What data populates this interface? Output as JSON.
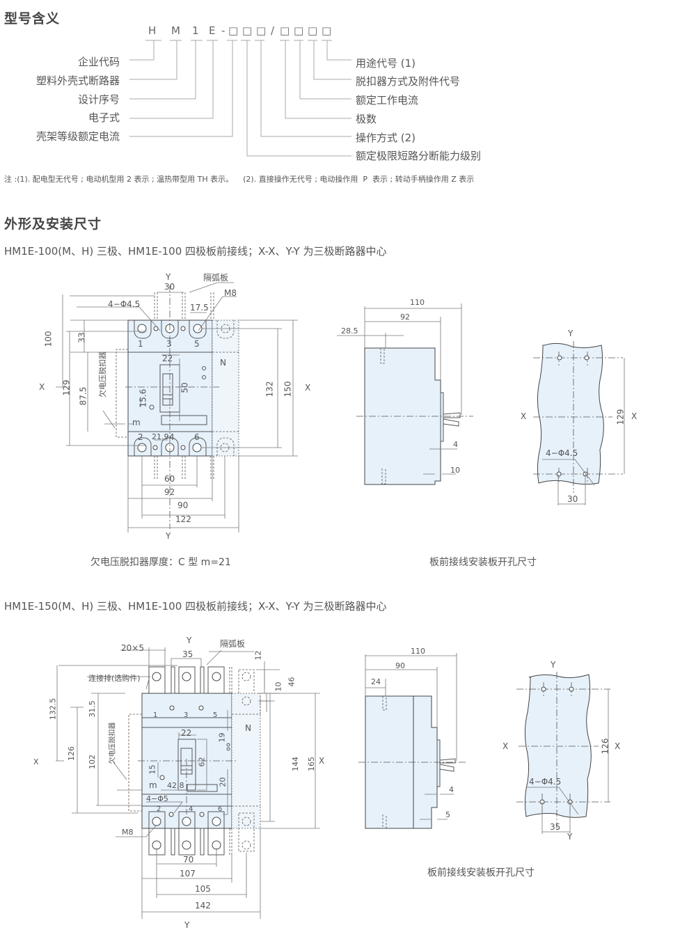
{
  "section1": {
    "title": "型号含义",
    "code_chars": [
      "H",
      "M",
      "1",
      "E",
      "-",
      "□",
      "□",
      "□",
      "/",
      "□",
      "□",
      "□",
      "□"
    ],
    "left_labels": [
      "企业代码",
      "塑料外壳式断路器",
      "设计序号",
      "电子式",
      "壳架等级额定电流"
    ],
    "right_labels": [
      "用途代号 (1)",
      "脱扣器方式及附件代号",
      "额定工作电流",
      "极数",
      "操作方式 (2)",
      "额定极限短路分断能力级别"
    ],
    "note": "注 :(1). 配电型无代号 ; 电动机型用 2 表示 ; 温热带型用 TH 表示。    (2). 直接操作无代号 ; 电动操作用  P  表示 ; 转动手柄操作用 Z 表示"
  },
  "section2": {
    "title": "外形及安装尺寸",
    "drawing1": {
      "subtitle": "HM1E-100(M、H) 三极、HM1E-100 四极板前接线；X-X、Y-Y 为三极断路器中心",
      "front": {
        "axis_y": "Y",
        "axis_x": "X",
        "arc_plate": "隔弧板",
        "dims": {
          "d30": "30",
          "d4phi": "4−Φ4.5",
          "d175": "17.5",
          "m8": "M8",
          "d100": "100",
          "d33": "33",
          "d129": "129",
          "d875": "87.5",
          "d22": "22",
          "d50": "50",
          "d156": "15.6",
          "m": "m",
          "d219": "21.9",
          "d132": "132",
          "d150": "150",
          "d60": "60",
          "d92": "92",
          "d90": "90",
          "d122": "122"
        },
        "undervoltage": "欠电压脱扣器",
        "terminals": [
          "1",
          "3",
          "5",
          "2",
          "4",
          "6"
        ],
        "neutral": "N"
      },
      "side": {
        "d110": "110",
        "d92": "92",
        "d285": "28.5",
        "d4": "4",
        "d10": "10"
      },
      "cutout": {
        "axis_y": "Y",
        "axis_x": "X",
        "d129": "129",
        "d4phi": "4−Φ4.5",
        "d30": "30"
      },
      "caption_left": "欠电压脱扣器厚度：C 型 m=21",
      "caption_right": "板前接线安装板开孔尺寸"
    },
    "drawing2": {
      "subtitle": "HM1E-150(M、H) 三极、HM1E-100 四极板前接线；X-X、Y-Y 为三极断路器中心",
      "front": {
        "axis_y": "Y",
        "axis_x": "X",
        "arc_plate": "隔弧板",
        "busbar": "连接排(选购件)",
        "dims": {
          "d20x5": "20×5",
          "d35": "35",
          "d12": "12",
          "d46": "46",
          "d10": "10",
          "d1325": "132.5",
          "d315": "31.5",
          "d126": "126",
          "d102": "102",
          "d22": "22",
          "d19": "19",
          "d62": "62",
          "d15": "15",
          "d20": "20",
          "m": "m",
          "d428": "42.8",
          "d4phi5": "4−Φ5",
          "m8": "M8",
          "d144": "144",
          "d165": "165",
          "d70": "70",
          "d107": "107",
          "d105": "105",
          "d142": "142"
        },
        "undervoltage": "欠电压脱扣器",
        "terminals": [
          "1",
          "3",
          "5",
          "2",
          "4",
          "6"
        ],
        "neutral": "N"
      },
      "side": {
        "d110": "110",
        "d90": "90",
        "d24": "24",
        "d4": "4",
        "d5": "5"
      },
      "cutout": {
        "axis_y": "Y",
        "axis_x": "X",
        "d126": "126",
        "d4phi": "4−Φ4.5",
        "d35": "35"
      },
      "caption_right": "板前接线安装板开孔尺寸"
    }
  }
}
